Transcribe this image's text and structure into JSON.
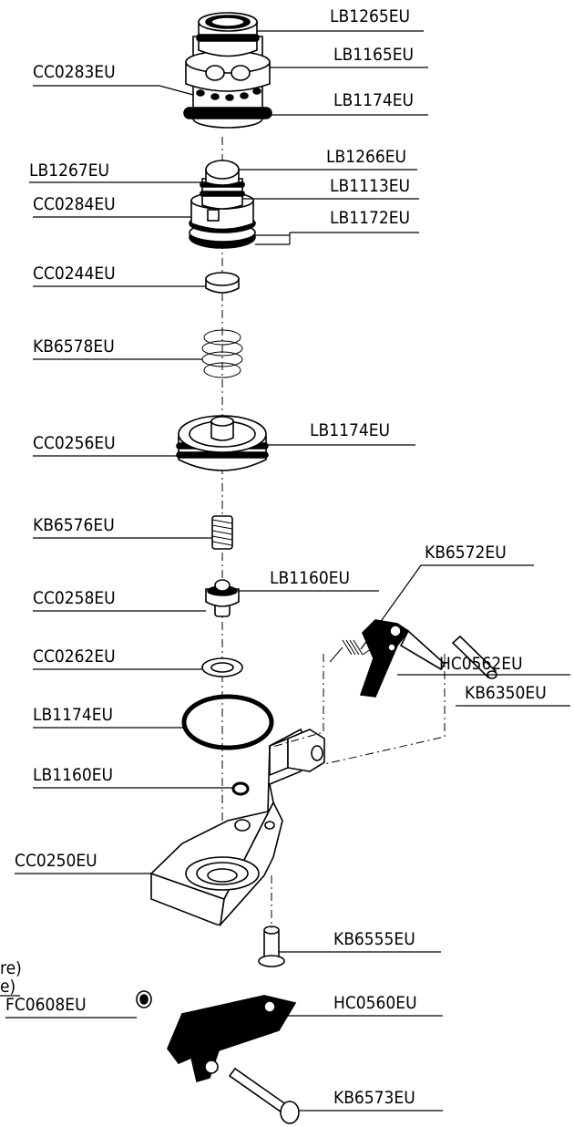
{
  "labels": {
    "lb1265": "LB1265EU",
    "lb1165": "LB1165EU",
    "cc0283": "CC0283EU",
    "lb1174_top": "LB1174EU",
    "lb1267": "LB1267EU",
    "lb1266": "LB1266EU",
    "lb1113": "LB1113EU",
    "cc0284": "CC0284EU",
    "lb1172": "LB1172EU",
    "cc0244": "CC0244EU",
    "kb6578": "KB6578EU",
    "cc0256": "CC0256EU",
    "lb1174_mid": "LB1174EU",
    "kb6576": "KB6576EU",
    "kb6572": "KB6572EU",
    "lb1160_upper": "LB1160EU",
    "cc0258": "CC0258EU",
    "hc0562": "HC0562EU",
    "cc0262": "CC0262EU",
    "kb6350": "KB6350EU",
    "lb1174_ring": "LB1174EU",
    "lb1160_lower": "LB1160EU",
    "cc0250": "CC0250EU",
    "kb6555": "KB6555EU",
    "re_fragment_1": "re)",
    "re_fragment_2": "e)",
    "fc0608": "FC0608EU",
    "hc0560": "HC0560EU",
    "kb6573": "KB6573EU"
  }
}
